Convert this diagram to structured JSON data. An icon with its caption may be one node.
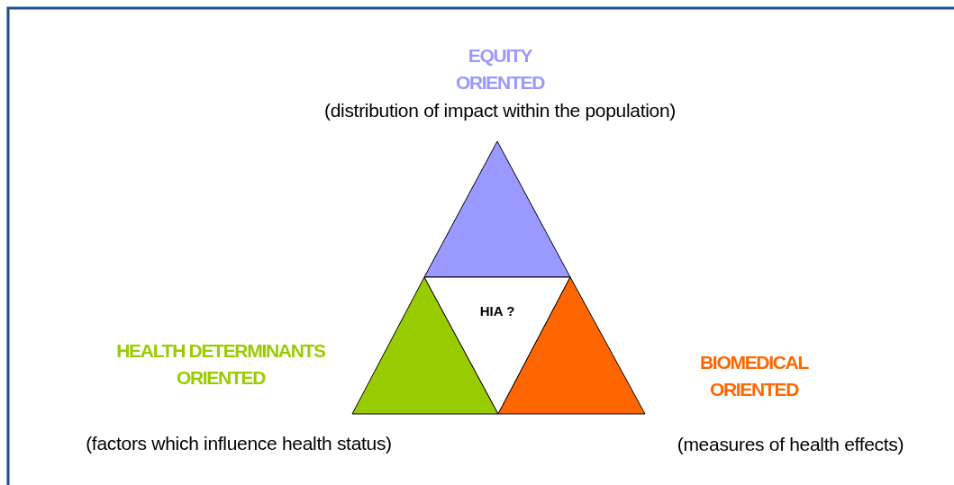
{
  "diagram": {
    "nodes": [
      {
        "text": [],
        "shape": "triangle",
        "beside": [
          "EQUITY ORIENTED",
          "(distribution of impact within the population)"
        ]
      },
      {
        "text": [],
        "shape": "triangle",
        "beside": [
          "HEALTH DETERMINANTS ORIENTED",
          "(factors which influence health status)"
        ]
      },
      {
        "text": [
          "HIA ?"
        ]
      },
      {
        "text": [],
        "shape": "triangle",
        "beside": [
          "BIOMEDICAL ORIENTED",
          "(measures of health effects)"
        ]
      }
    ],
    "edges": []
  }
}
